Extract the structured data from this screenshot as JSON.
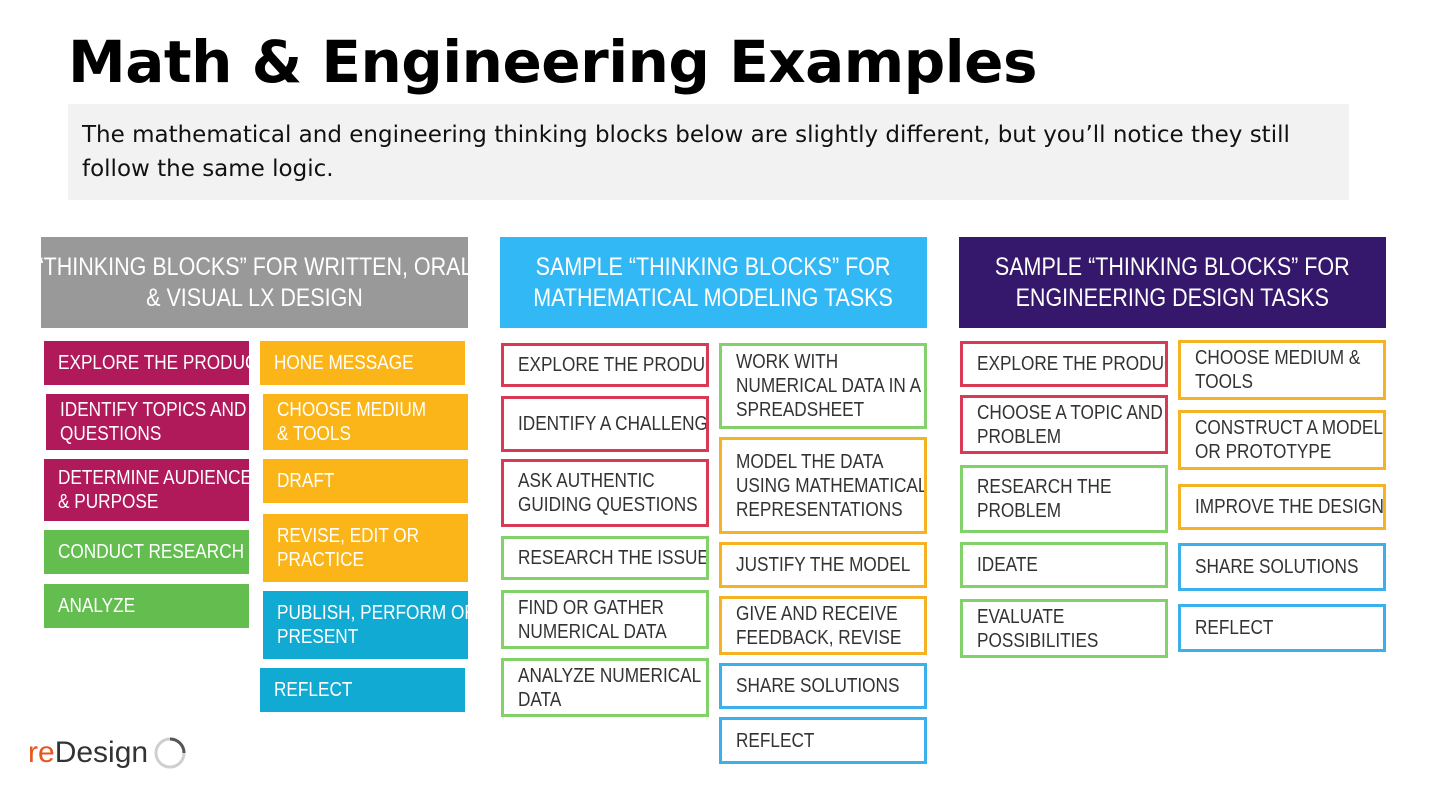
{
  "title": "Math & Engineering Examples",
  "subtitle": "The mathematical and engineering thinking blocks below are slightly different, but you’ll notice they still follow the same logic.",
  "colors": {
    "gray": "#999999",
    "cyan": "#33b8f6",
    "purple": "#35186b",
    "magenta": "#b0195a",
    "green": "#64bd4f",
    "yellow": "#fbb518",
    "teal": "#10aad3",
    "red_outline": "#d83a55",
    "green_outline": "#82d16a",
    "yellow_outline": "#f5b324",
    "blue_outline": "#3bb0ec"
  },
  "columns": [
    {
      "header": "“THINKING BLOCKS” FOR WRITTEN, ORAL & VISUAL LX DESIGN",
      "header_lines": [
        "“THINKING BLOCKS” FOR WRITTEN, ORAL",
        "& VISUAL LX DESIGN"
      ],
      "blocks": [
        {
          "lines": [
            "EXPLORE THE PRODUCT"
          ],
          "color": "magenta"
        },
        {
          "lines": [
            "IDENTIFY TOPICS AND",
            "QUESTIONS"
          ],
          "color": "magenta"
        },
        {
          "lines": [
            "DETERMINE AUDIENCE",
            "& PURPOSE"
          ],
          "color": "magenta"
        },
        {
          "lines": [
            "CONDUCT RESEARCH"
          ],
          "color": "green"
        },
        {
          "lines": [
            "ANALYZE"
          ],
          "color": "green"
        },
        {
          "lines": [
            "HONE MESSAGE"
          ],
          "color": "yellow"
        },
        {
          "lines": [
            "CHOOSE MEDIUM",
            "& TOOLS"
          ],
          "color": "yellow"
        },
        {
          "lines": [
            "DRAFT"
          ],
          "color": "yellow"
        },
        {
          "lines": [
            "REVISE, EDIT OR",
            "PRACTICE"
          ],
          "color": "yellow"
        },
        {
          "lines": [
            "PUBLISH, PERFORM OR",
            "PRESENT"
          ],
          "color": "teal"
        },
        {
          "lines": [
            "REFLECT"
          ],
          "color": "teal"
        }
      ]
    },
    {
      "header": "SAMPLE “THINKING BLOCKS” FOR MATHEMATICAL MODELING TASKS",
      "header_lines": [
        "SAMPLE “THINKING BLOCKS” FOR",
        "MATHEMATICAL MODELING TASKS"
      ],
      "blocks": [
        {
          "lines": [
            "EXPLORE THE PRODUCT"
          ],
          "color": "red_outline"
        },
        {
          "lines": [
            "IDENTIFY A CHALLENGE"
          ],
          "color": "red_outline"
        },
        {
          "lines": [
            "ASK AUTHENTIC",
            "GUIDING QUESTIONS"
          ],
          "color": "red_outline"
        },
        {
          "lines": [
            "RESEARCH THE ISSUE"
          ],
          "color": "green_outline"
        },
        {
          "lines": [
            "FIND OR GATHER",
            "NUMERICAL DATA"
          ],
          "color": "green_outline"
        },
        {
          "lines": [
            "ANALYZE NUMERICAL",
            "DATA"
          ],
          "color": "green_outline"
        },
        {
          "lines": [
            "WORK WITH",
            "NUMERICAL DATA  IN A",
            "SPREADSHEET"
          ],
          "color": "green_outline"
        },
        {
          "lines": [
            "MODEL THE DATA",
            "USING MATHEMATICAL",
            "REPRESENTATIONS"
          ],
          "color": "yellow_outline"
        },
        {
          "lines": [
            "JUSTIFY THE MODEL"
          ],
          "color": "yellow_outline"
        },
        {
          "lines": [
            "GIVE AND RECEIVE",
            "FEEDBACK, REVISE"
          ],
          "color": "yellow_outline"
        },
        {
          "lines": [
            "SHARE SOLUTIONS"
          ],
          "color": "blue_outline"
        },
        {
          "lines": [
            "REFLECT"
          ],
          "color": "blue_outline"
        }
      ]
    },
    {
      "header": "SAMPLE “THINKING BLOCKS” FOR ENGINEERING DESIGN TASKS",
      "header_lines": [
        "SAMPLE “THINKING BLOCKS” FOR",
        "ENGINEERING DESIGN TASKS"
      ],
      "blocks": [
        {
          "lines": [
            "EXPLORE THE PRODUCT"
          ],
          "color": "red_outline"
        },
        {
          "lines": [
            "CHOOSE A TOPIC AND",
            "PROBLEM"
          ],
          "color": "red_outline"
        },
        {
          "lines": [
            "RESEARCH THE",
            "PROBLEM"
          ],
          "color": "green_outline"
        },
        {
          "lines": [
            "IDEATE"
          ],
          "color": "green_outline"
        },
        {
          "lines": [
            "EVALUATE",
            "POSSIBILITIES"
          ],
          "color": "green_outline"
        },
        {
          "lines": [
            "CHOOSE MEDIUM &",
            "TOOLS"
          ],
          "color": "yellow_outline"
        },
        {
          "lines": [
            "CONSTRUCT A MODEL",
            "OR PROTOTYPE"
          ],
          "color": "yellow_outline"
        },
        {
          "lines": [
            "IMPROVE THE DESIGN"
          ],
          "color": "yellow_outline"
        },
        {
          "lines": [
            "SHARE SOLUTIONS"
          ],
          "color": "blue_outline"
        },
        {
          "lines": [
            "REFLECT"
          ],
          "color": "blue_outline"
        }
      ]
    }
  ],
  "logo": {
    "prefix": "re",
    "suffix": "Design",
    "icon": "circle-arc-icon"
  }
}
